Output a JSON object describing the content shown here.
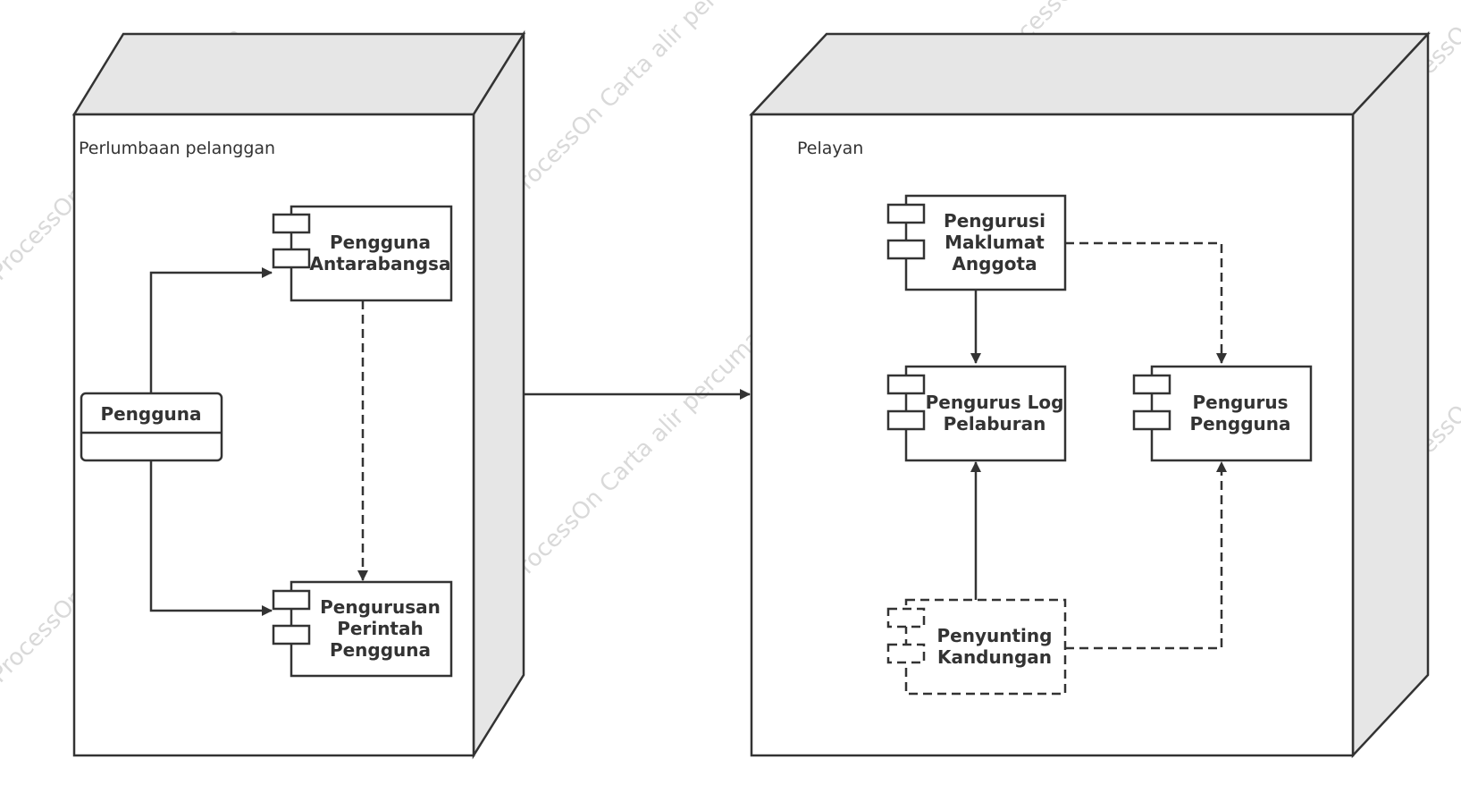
{
  "watermark": {
    "text": "ProcessOn Carta alir percuma",
    "color": "#d9d9d9"
  },
  "colors": {
    "stroke": "#333333",
    "node_side": "#e6e6e6",
    "fill": "#ffffff"
  },
  "nodes": {
    "client": {
      "label": "Perlumbaan pelanggan"
    },
    "server": {
      "label": "Pelayan"
    }
  },
  "class_box": {
    "label": "Pengguna"
  },
  "components": {
    "pengguna_antarabangsa": {
      "lines": [
        "Pengguna",
        "Antarabangsa"
      ]
    },
    "pengurusan_perintah": {
      "lines": [
        "Pengurusan",
        "Perintah",
        "Pengguna"
      ]
    },
    "pengurusi_maklumat": {
      "lines": [
        "Pengurusi",
        "Maklumat",
        "Anggota"
      ]
    },
    "pengurus_log": {
      "lines": [
        "Pengurus Log",
        "Pelaburan"
      ]
    },
    "pengurus_pengguna": {
      "lines": [
        "Pengurus",
        "Pengguna"
      ]
    },
    "penyunting": {
      "lines": [
        "Penyunting",
        "Kandungan"
      ]
    }
  }
}
